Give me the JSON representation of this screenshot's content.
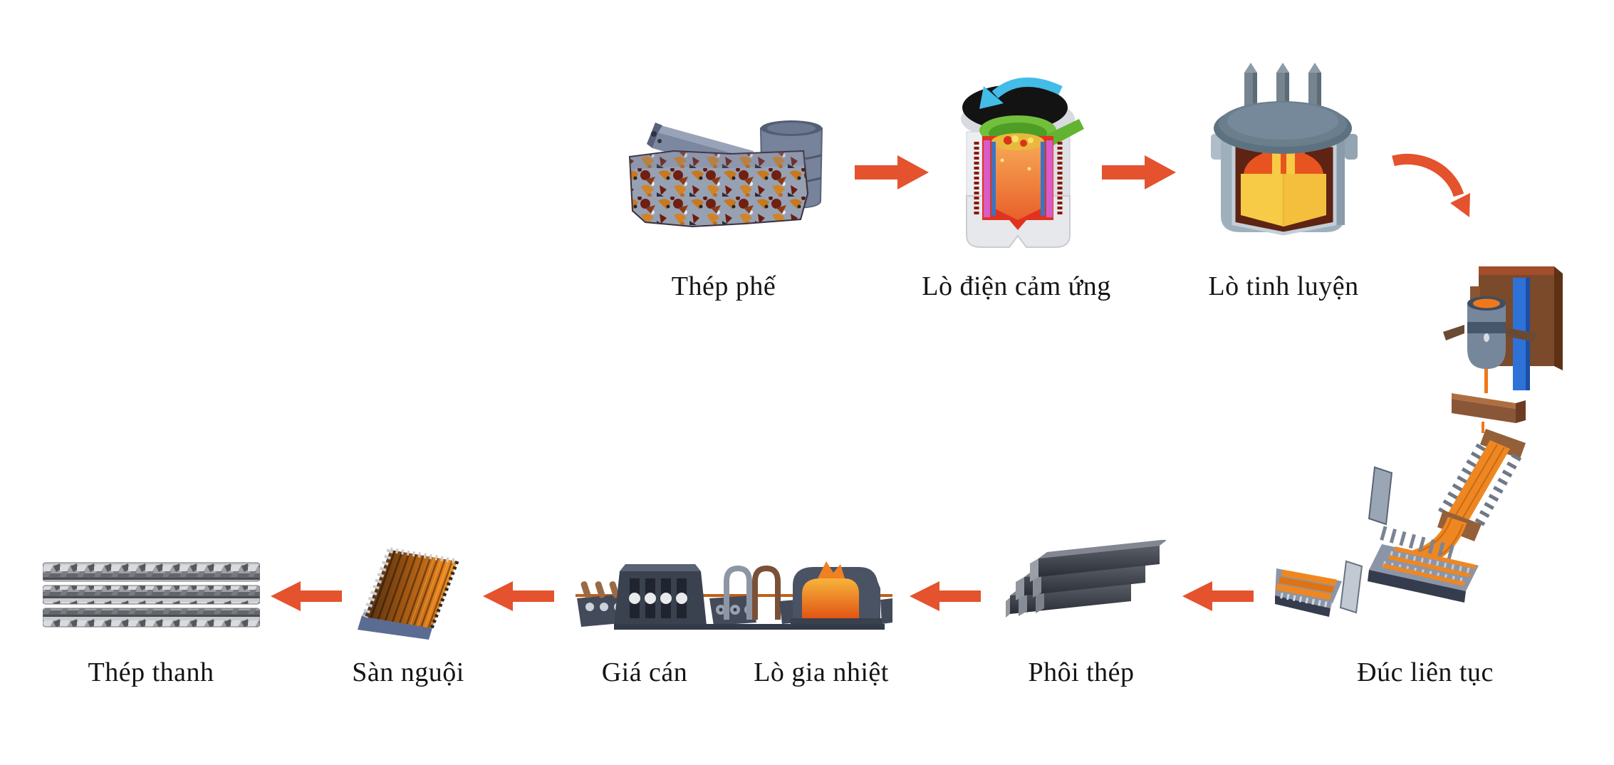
{
  "diagram": {
    "background": "#ffffff",
    "arrow_color": "#E4522E",
    "label_color": "#141414",
    "labels": {
      "scrap": "Thép phế",
      "induction": "Lò điện cảm ứng",
      "refining": "Lò tinh luyện",
      "casting": "Đúc liên tục",
      "billet": "Phôi thép",
      "reheat": "Lò gia nhiệt",
      "stand": "Giá cán",
      "cooling": "Sàn nguội",
      "bar": "Thép thanh"
    }
  }
}
